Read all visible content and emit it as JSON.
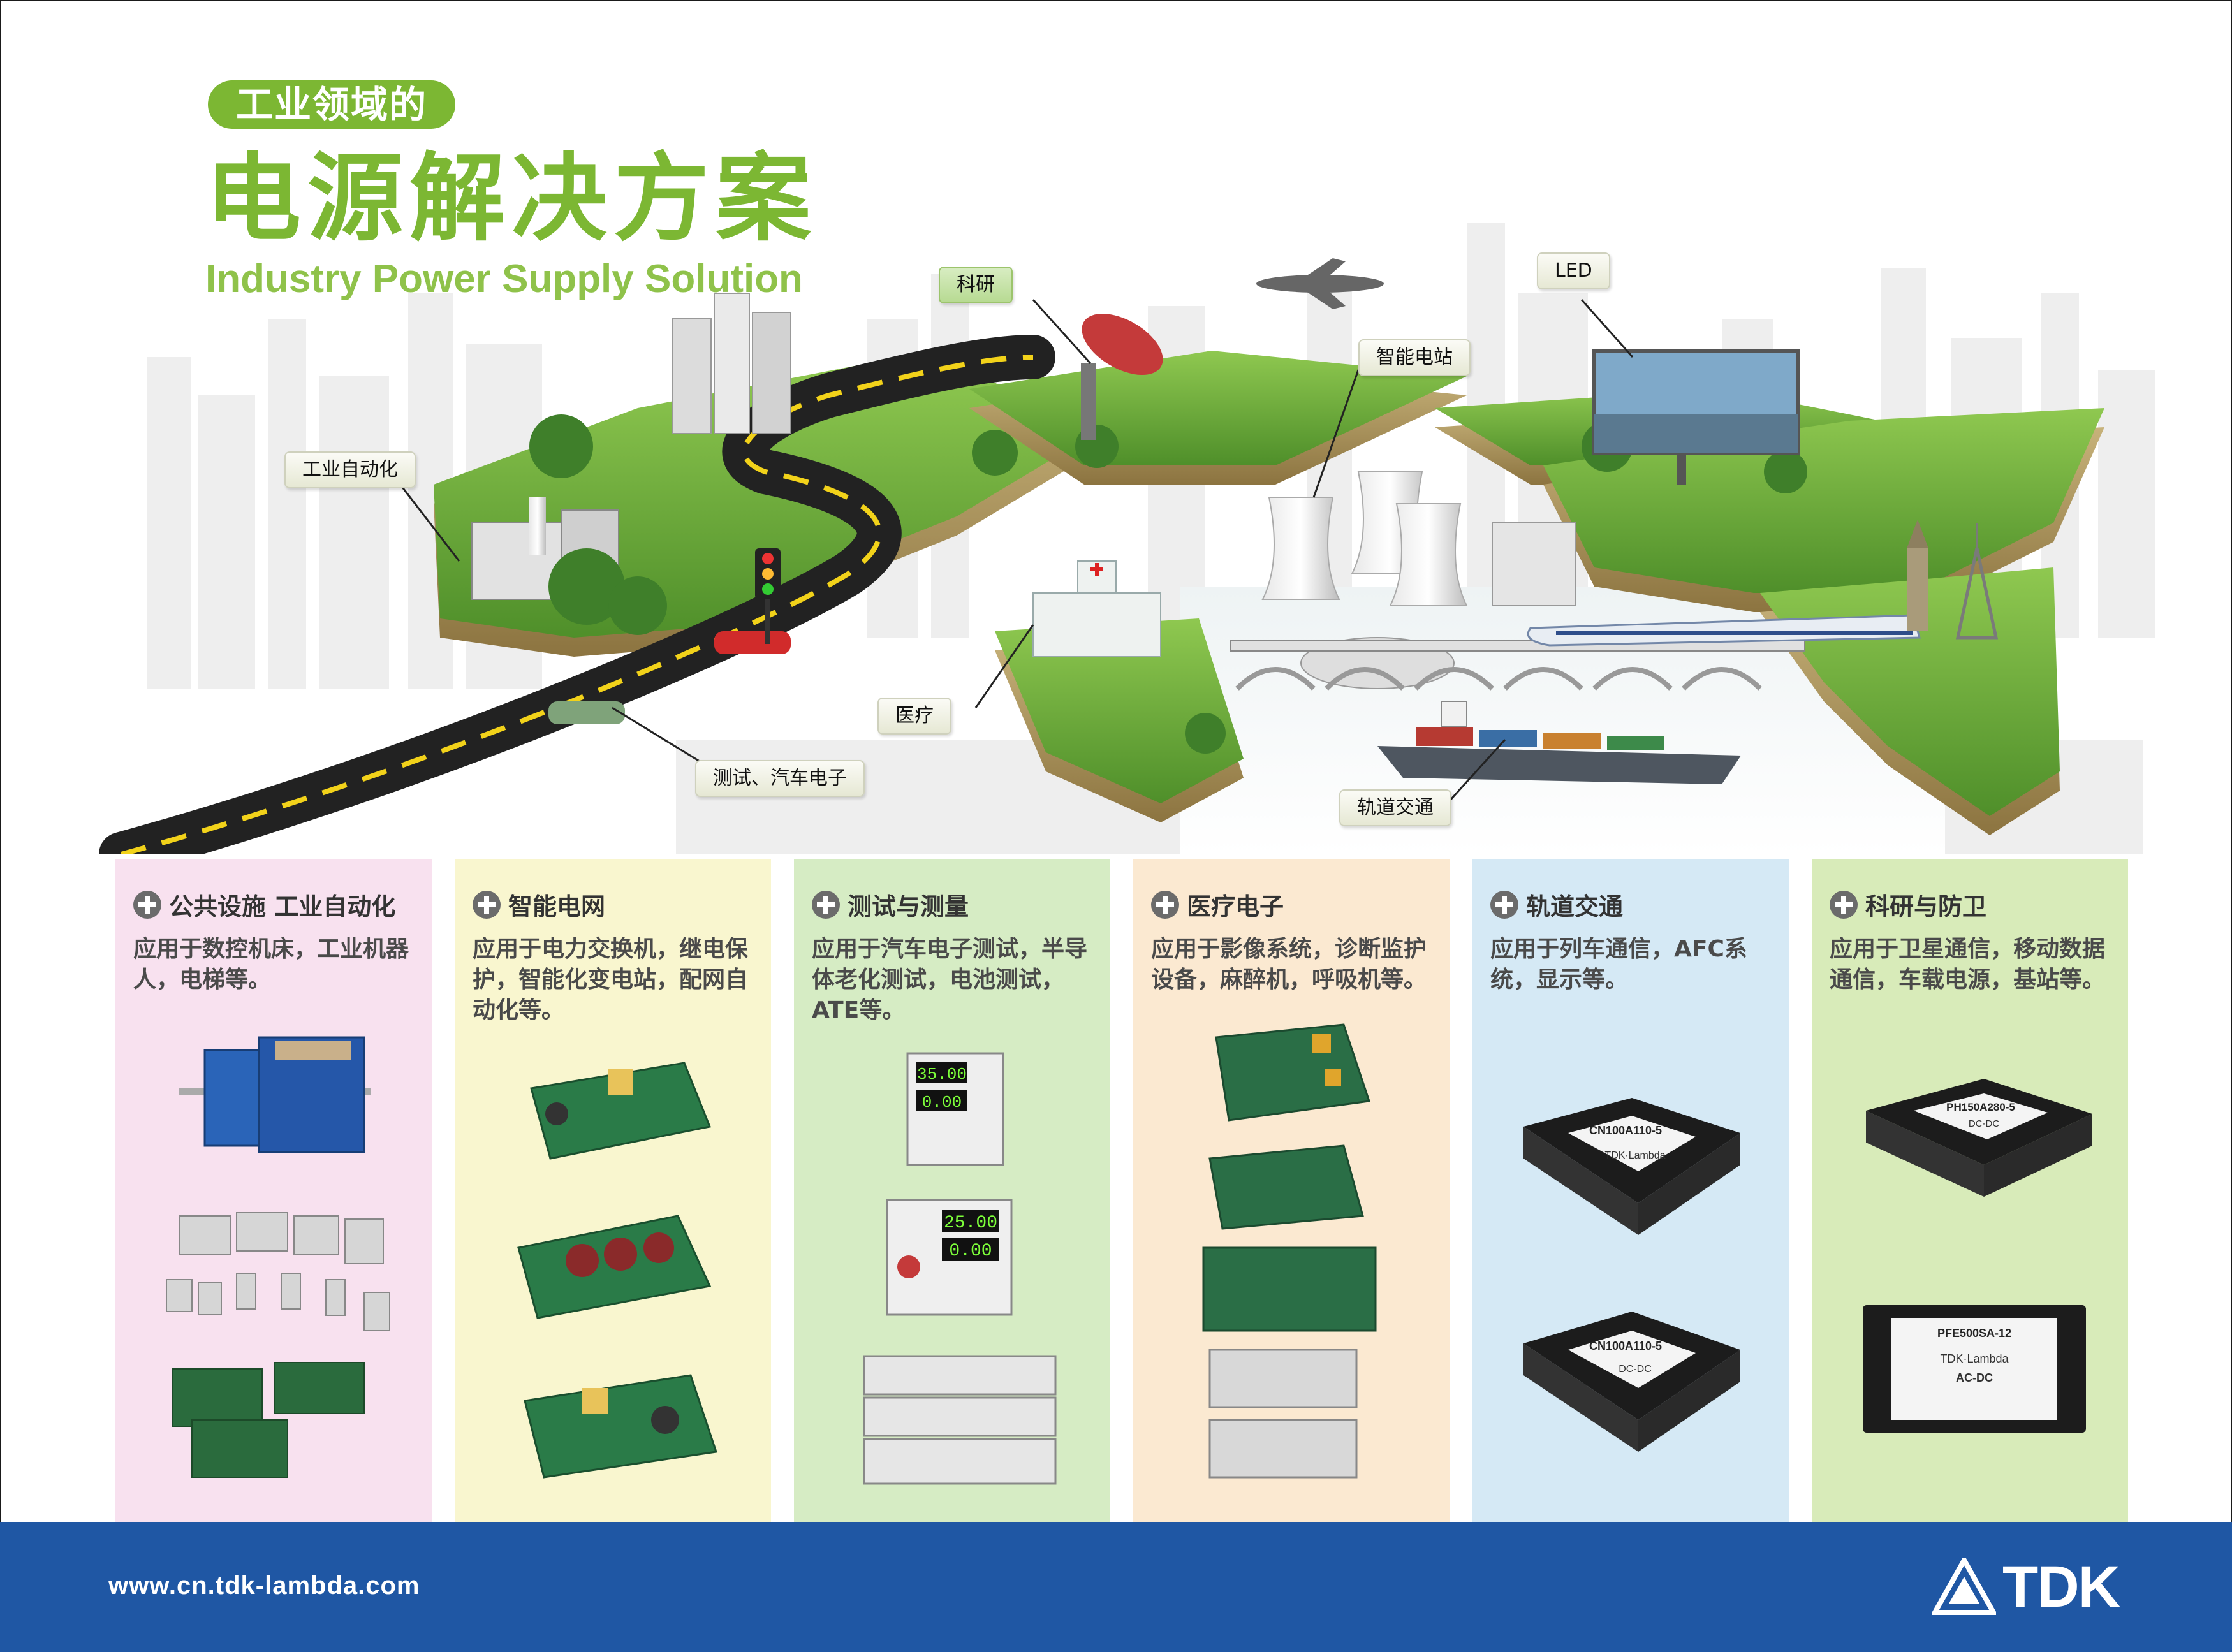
{
  "header": {
    "pill": "工业领域的",
    "title": "电源解决方案",
    "subtitle": "Industry Power Supply Solution"
  },
  "callouts": {
    "research": "科研",
    "led": "LED",
    "smart_grid_station": "智能电站",
    "industrial_automation": "工业自动化",
    "medical": "医疗",
    "test_auto": "测试、汽车电子",
    "rail": "轨道交通"
  },
  "columns": [
    {
      "title": "公共设施 工业自动化",
      "desc": "应用于数控机床，工业机器人，电梯等。",
      "bg": "#f8e1ef"
    },
    {
      "title": "智能电网",
      "desc": "应用于电力交换机，继电保护，智能化变电站，配网自动化等。",
      "bg": "#f9f6cf"
    },
    {
      "title": "测试与测量",
      "desc": "应用于汽车电子测试，半导体老化测试，电池测试，ATE等。",
      "bg": "#d6ecc4"
    },
    {
      "title": "医疗电子",
      "desc": "应用于影像系统，诊断监护设备，麻醉机，呼吸机等。",
      "bg": "#fbe9d1"
    },
    {
      "title": "轨道交通",
      "desc": "应用于列车通信，AFC系统，显示等。",
      "bg": "#d5e9f5"
    },
    {
      "title": "科研与防卫",
      "desc": "应用于卫星通信，移动数据通信，车载电源，基站等。",
      "bg": "#d8ebb9"
    }
  ],
  "products": {
    "test_display_1": "35.00",
    "test_display_2": "0.00",
    "test_display_3": "25.00",
    "test_display_4": "0.00",
    "rail_module_1": "CN100A110-5",
    "rail_module_2": "CN100A110-5",
    "defense_module_1": "PH150A280-5",
    "defense_module_2": "PFE500SA-12",
    "module_brand": "TDK·Lambda",
    "module_dcdc": "DC-DC",
    "module_acdc": "AC-DC"
  },
  "footer": {
    "url": "www.cn.tdk-lambda.com",
    "brand": "TDK"
  },
  "colors": {
    "accent_green": "#7cb733",
    "footer_blue": "#1f57a4"
  }
}
